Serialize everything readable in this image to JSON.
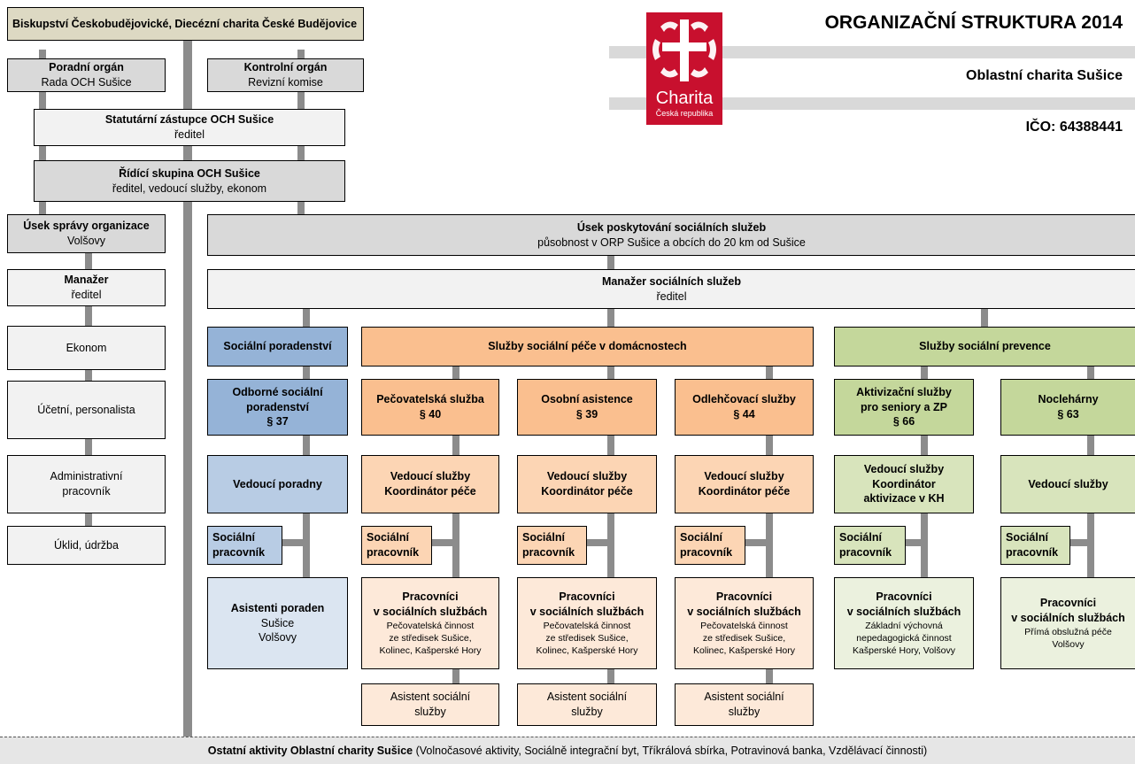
{
  "header": {
    "title": "ORGANIZAČNÍ STRUKTURA 2014",
    "org": "Oblastní charita Sušice",
    "ico": "IČO: 64388441",
    "logo": {
      "word": "Charita",
      "sub": "Česká republika",
      "color": "#c8102e"
    }
  },
  "top": {
    "bishopric": "Biskupství Českobudějovické,  Diecézní charita České Budějovice",
    "advisory": {
      "title": "Poradní orgán",
      "sub": "Rada OCH Sušice"
    },
    "control": {
      "title": "Kontrolní orgán",
      "sub": "Revizní komise"
    },
    "statutory": {
      "title": "Statutární zástupce OCH Sušice",
      "sub": "ředitel"
    },
    "steering": {
      "title": "Řídící skupina OCH Sušice",
      "sub": "ředitel, vedoucí služby, ekonom"
    }
  },
  "admin": {
    "section": {
      "title": "Úsek správy organizace",
      "sub": "Volšovy"
    },
    "manager": {
      "title": "Manažer",
      "sub": "ředitel"
    },
    "items": [
      "Ekonom",
      "Účetní, personalista",
      "Administrativní pracovník",
      "Úklid, údržba"
    ]
  },
  "social": {
    "section": {
      "title": "Úsek poskytování sociálních služeb",
      "sub": "působnost v ORP Sušice a obcích do 20 km od Sušice"
    },
    "manager": {
      "title": "Manažer sociálních služeb",
      "sub": "ředitel"
    },
    "groups": {
      "counselling": "Sociální poradenství",
      "homecare": "Služby sociální péče v domácnostech",
      "prevention": "Služby sociální prevence"
    },
    "columns": [
      {
        "service1": "Odborné sociální",
        "service2": "poradenství",
        "service3": "§ 37",
        "lead1": "Vedoucí poradny",
        "lead2": "",
        "lead3": "",
        "worker1": "Sociální",
        "worker2": "pracovník",
        "staff1": "Asistenti poraden",
        "staff2": "Sušice",
        "staff3": "Volšovy",
        "staff4": ""
      },
      {
        "service1": "Pečovatelská služba",
        "service2": "§ 40",
        "lead1": "Vedoucí služby",
        "lead2": "Koordinátor péče",
        "worker1": "Sociální",
        "worker2": "pracovník",
        "staff1": "Pracovníci",
        "staff2": "v sociálních službách",
        "staff3": "Pečovatelská činnost",
        "staff4": "ze středisek Sušice,",
        "staff5": "Kolinec, Kašperské Hory",
        "assist1": "Asistent sociální",
        "assist2": "služby"
      },
      {
        "service1": "Osobní asistence",
        "service2": "§ 39",
        "lead1": "Vedoucí služby",
        "lead2": "Koordinátor péče",
        "worker1": "Sociální",
        "worker2": "pracovník",
        "staff1": "Pracovníci",
        "staff2": "v sociálních službách",
        "staff3": "Pečovatelská činnost",
        "staff4": "ze středisek Sušice,",
        "staff5": "Kolinec, Kašperské Hory",
        "assist1": "Asistent sociální",
        "assist2": "služby"
      },
      {
        "service1": "Odlehčovací služby",
        "service2": "§ 44",
        "lead1": "Vedoucí služby",
        "lead2": "Koordinátor péče",
        "worker1": "Sociální",
        "worker2": "pracovník",
        "staff1": "Pracovníci",
        "staff2": "v sociálních službách",
        "staff3": "Pečovatelská činnost",
        "staff4": "ze středisek Sušice,",
        "staff5": "Kolinec, Kašperské Hory",
        "assist1": "Asistent sociální",
        "assist2": "služby"
      },
      {
        "service1": "Aktivizační služby",
        "service2": "pro seniory a ZP",
        "service3": "§ 66",
        "lead1": "Vedoucí služby",
        "lead2": "Koordinátor",
        "lead3": "aktivizace v KH",
        "worker1": "Sociální",
        "worker2": "pracovník",
        "staff1": "Pracovníci",
        "staff2": "v sociálních službách",
        "staff3": "Základní výchovná",
        "staff4": "nepedagogická činnost",
        "staff5": "Kašperské Hory, Volšovy"
      },
      {
        "service1": "Noclehárny",
        "service2": "§ 63",
        "lead1": "Vedoucí služby",
        "worker1": "Sociální",
        "worker2": "pracovník",
        "staff1": "Pracovníci",
        "staff2": "v sociálních službách",
        "staff3": "Přímá obslužná péče",
        "staff4": "Volšovy"
      }
    ]
  },
  "footer": {
    "bold": "Ostatní aktivity Oblastní charity Sušice",
    "rest": " (Volnočasové aktivity, Sociálně integrační byt, Tříkrálová sbírka, Potravinová banka, Vzdělávací činnosti)"
  }
}
